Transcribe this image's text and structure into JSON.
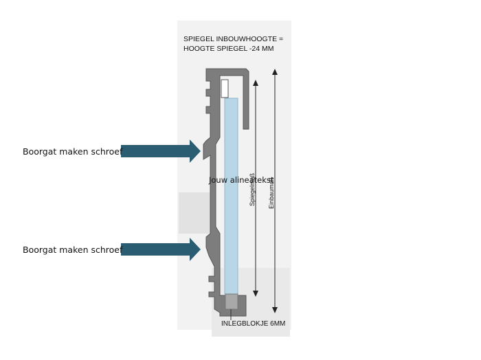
{
  "title": "SPIEGEL INBOUWHOOGTE =\nHOOGTE SPIEGEL -24 MM",
  "annotations": {
    "top_arrow_label": "Boorgat maken schroef",
    "bottom_arrow_label": "Boorgat maken schroef",
    "overlay_text": "Jouw alineatekst",
    "bottom_label": "INLEGBLOKJE 6MM"
  },
  "dimension_labels": {
    "mirror": "Spiegelmaß",
    "installation": "Einbaumaß"
  },
  "colors": {
    "arrow": "#2a5d72",
    "profile": "#7a7a7a",
    "mirror": "#b9d6e6",
    "block": "#a9a9a9"
  }
}
